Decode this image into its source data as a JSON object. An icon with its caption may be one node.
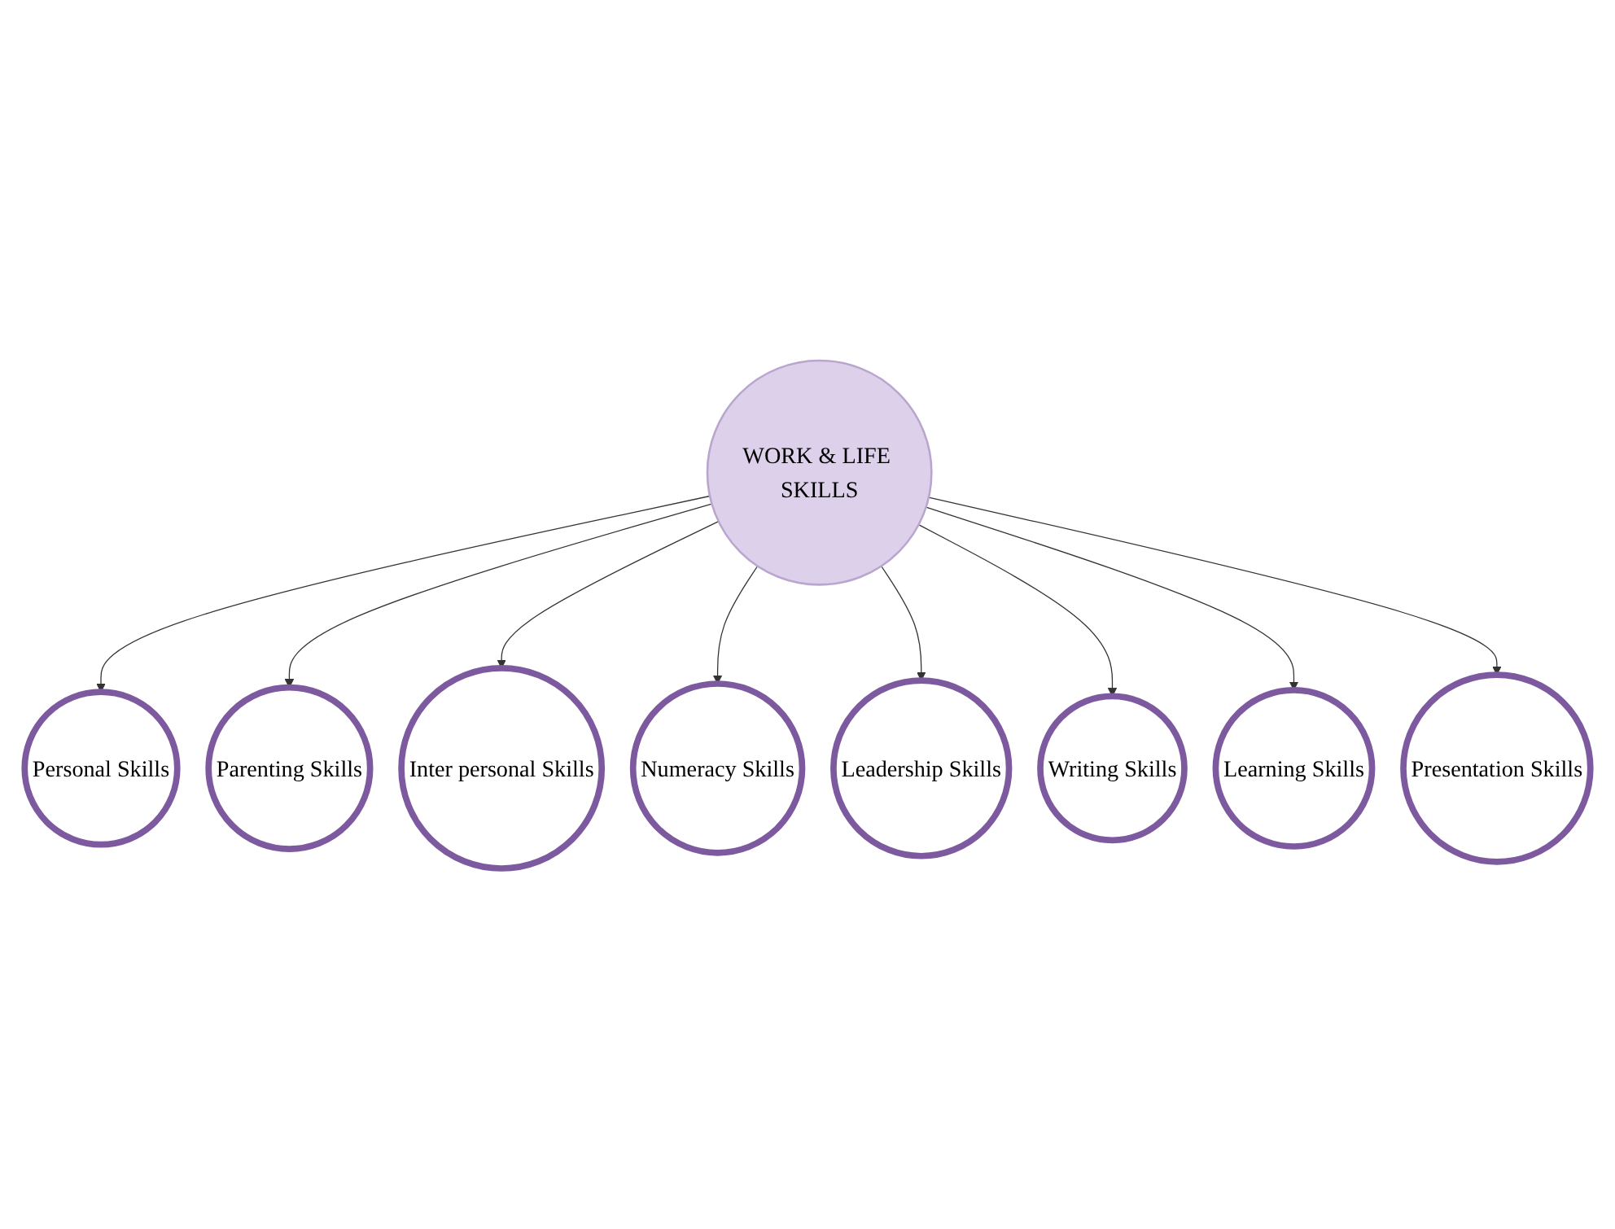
{
  "diagram": {
    "nodes": [
      {
        "text": [
          "WORK & LIFE SKILLS"
        ]
      },
      {
        "text": [
          "Personal Skills"
        ]
      },
      {
        "text": [
          "Parenting Skills"
        ]
      },
      {
        "text": [
          "Inter personal Skills"
        ]
      },
      {
        "text": [
          "Numeracy Skills"
        ]
      },
      {
        "text": [
          "Leadership Skills"
        ]
      },
      {
        "text": [
          "Writing Skills"
        ]
      },
      {
        "text": [
          "Learning Skills"
        ]
      },
      {
        "text": [
          "Presentation Skills"
        ]
      }
    ],
    "edges": [
      {
        "from": 0,
        "to": 1,
        "arrow": "to"
      },
      {
        "from": 0,
        "to": 2,
        "arrow": "to"
      },
      {
        "from": 0,
        "to": 3,
        "arrow": "to"
      },
      {
        "from": 0,
        "to": 4,
        "arrow": "to"
      },
      {
        "from": 0,
        "to": 5,
        "arrow": "to"
      },
      {
        "from": 0,
        "to": 6,
        "arrow": "to"
      },
      {
        "from": 0,
        "to": 7,
        "arrow": "to"
      },
      {
        "from": 0,
        "to": 8,
        "arrow": "to"
      }
    ]
  }
}
